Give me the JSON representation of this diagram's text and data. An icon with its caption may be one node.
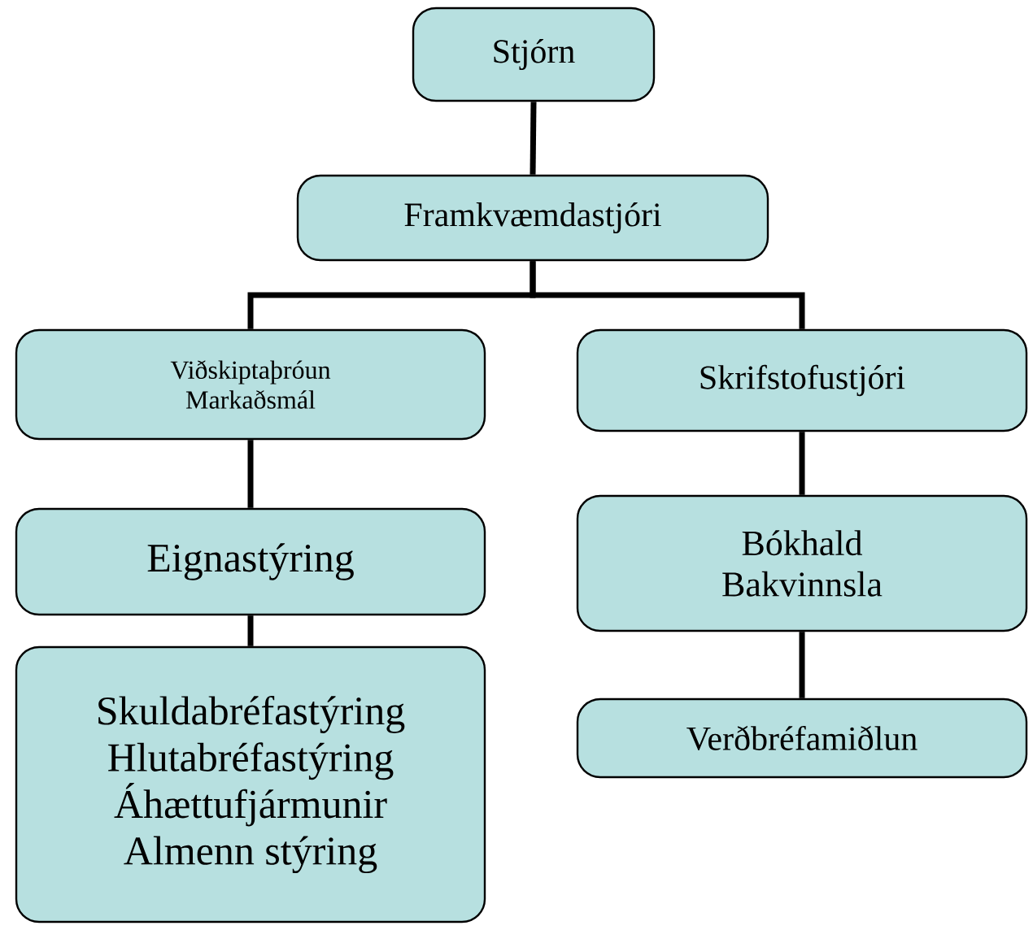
{
  "diagram": {
    "nodes": [
      {
        "text": [
          "Stjórn"
        ]
      },
      {
        "text": [
          "Framkvæmdastjóri"
        ]
      },
      {
        "text": [
          "Viðskiptaþróun",
          "Markaðsmál"
        ]
      },
      {
        "text": [
          "Skrifstofustjóri"
        ]
      },
      {
        "text": [
          "Eignastýring"
        ]
      },
      {
        "text": [
          "Skuldabréfastýring",
          "Hlutabréfastýring",
          "Áhættufjármunir",
          "Almenn stýring"
        ]
      },
      {
        "text": [
          "Bókhald",
          "Bakvinnsla"
        ]
      },
      {
        "text": [
          "Verðbréfamiðlun"
        ]
      }
    ],
    "edges": [
      {
        "from": 0,
        "to": 1,
        "arrow": "none"
      },
      {
        "from": 1,
        "to": 2,
        "arrow": "none"
      },
      {
        "from": 1,
        "to": 3,
        "arrow": "none"
      },
      {
        "from": 2,
        "to": 4,
        "arrow": "none"
      },
      {
        "from": 4,
        "to": 5,
        "arrow": "none"
      },
      {
        "from": 3,
        "to": 6,
        "arrow": "none"
      },
      {
        "from": 6,
        "to": 7,
        "arrow": "none"
      }
    ]
  }
}
